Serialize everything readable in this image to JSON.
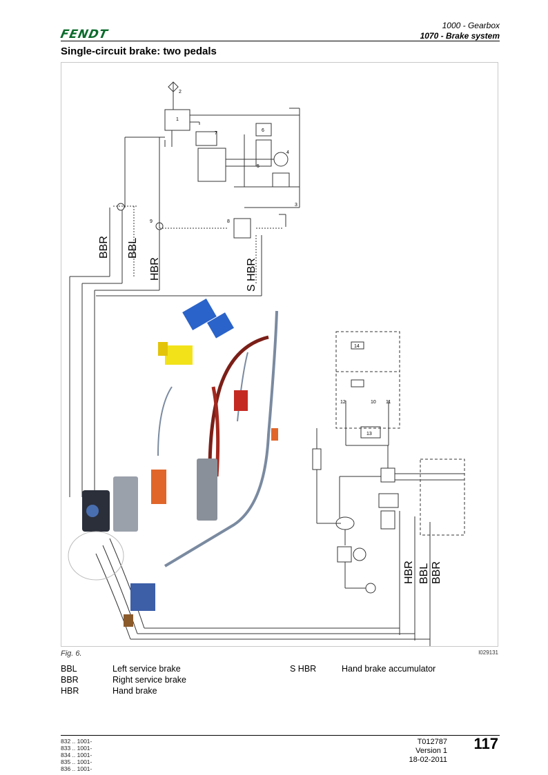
{
  "header": {
    "brand": "FENDT",
    "section": "1000 - Gearbox",
    "subsection": "1070 - Brake system"
  },
  "page_title": "Single-circuit brake: two pedals",
  "figure": {
    "caption": "Fig. 6.",
    "image_id": "I029131",
    "line_labels_left": [
      "BBR",
      "BBL",
      "HBR",
      "S HBR"
    ],
    "line_labels_right": [
      "HBR",
      "BBL",
      "BBR"
    ],
    "component_numbers": [
      "1",
      "2",
      "3",
      "4",
      "5",
      "6",
      "7",
      "8",
      "9",
      "10",
      "11",
      "12",
      "13",
      "14"
    ]
  },
  "legend": {
    "left": [
      {
        "abbr": "BBL",
        "desc": "Left service brake"
      },
      {
        "abbr": "BBR",
        "desc": "Right service brake"
      },
      {
        "abbr": "HBR",
        "desc": "Hand brake"
      }
    ],
    "right": [
      {
        "abbr": "S HBR",
        "desc": "Hand brake accumulator"
      }
    ]
  },
  "footer": {
    "serials": [
      "832 .. 1001-",
      "833 .. 1001-",
      "834 .. 1001-",
      "835 .. 1001-",
      "836 .. 1001-"
    ],
    "doc_number": "T012787",
    "version": "Version 1",
    "date": "18-02-2011",
    "page_number": "117"
  },
  "colors": {
    "brand_green": "#0b6b2c",
    "valve_blue": "#2a63c9",
    "valve_yellow": "#f2e21a",
    "pipe_red": "#a3281e",
    "valve_orange": "#e0662a"
  }
}
